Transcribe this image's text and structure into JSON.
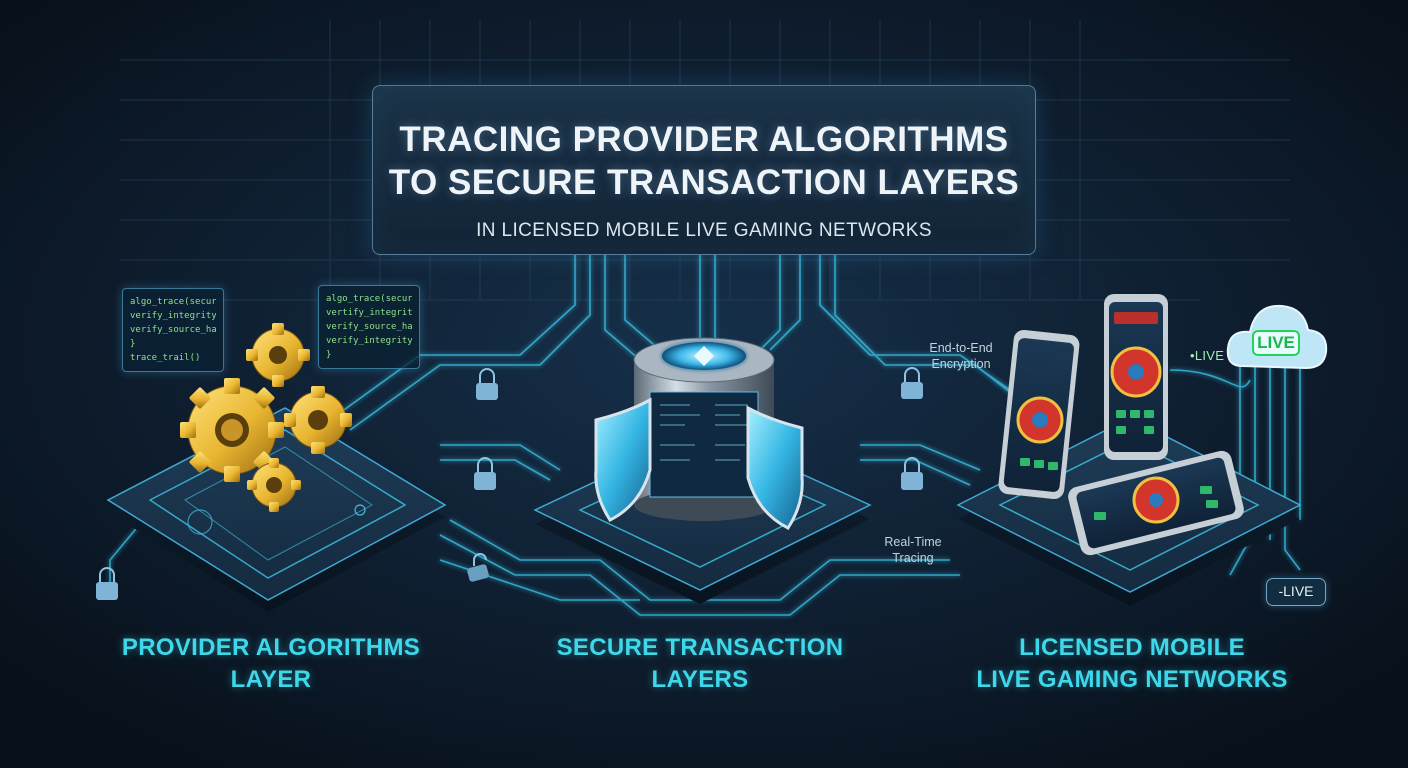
{
  "title": {
    "line1": "TRACING PROVIDER ALGORITHMS",
    "line2": "TO SECURE TRANSACTION LAYERS",
    "subtitle": "IN LICENSED MOBILE LIVE GAMING NETWORKS"
  },
  "layers": [
    {
      "line1": "PROVIDER ALGORITHMS",
      "line2": "LAYER"
    },
    {
      "line1": "SECURE TRANSACTION",
      "line2": "LAYERS"
    },
    {
      "line1": "LICENSED MOBILE",
      "line2": "LIVE GAMING NETWORKS"
    }
  ],
  "notes": {
    "encryption_line1": "End-to-End",
    "encryption_line2": "Encryption",
    "tracing_line1": "Real-Time",
    "tracing_line2": "Tracing"
  },
  "live": {
    "cloud": "LIVE",
    "tag": "•LIVE",
    "pill": "-LIVE"
  },
  "code_panels": {
    "left": [
      "algo_trace(secure_hash)",
      "verify_integrity()",
      "verify_source_hash()",
      "  }",
      "  trace_trail()"
    ],
    "right": [
      "algo_trace(secure_hash)",
      "vertify_integrity()",
      "verify_source_hash()",
      "  verify_integrity()",
      "  }"
    ]
  },
  "colors": {
    "background": "#0b1522",
    "accent_cyan": "#3fd8ea",
    "gear_gold": "#e8b530",
    "live_green": "#20d45a",
    "phone_red": "#d2352c"
  }
}
